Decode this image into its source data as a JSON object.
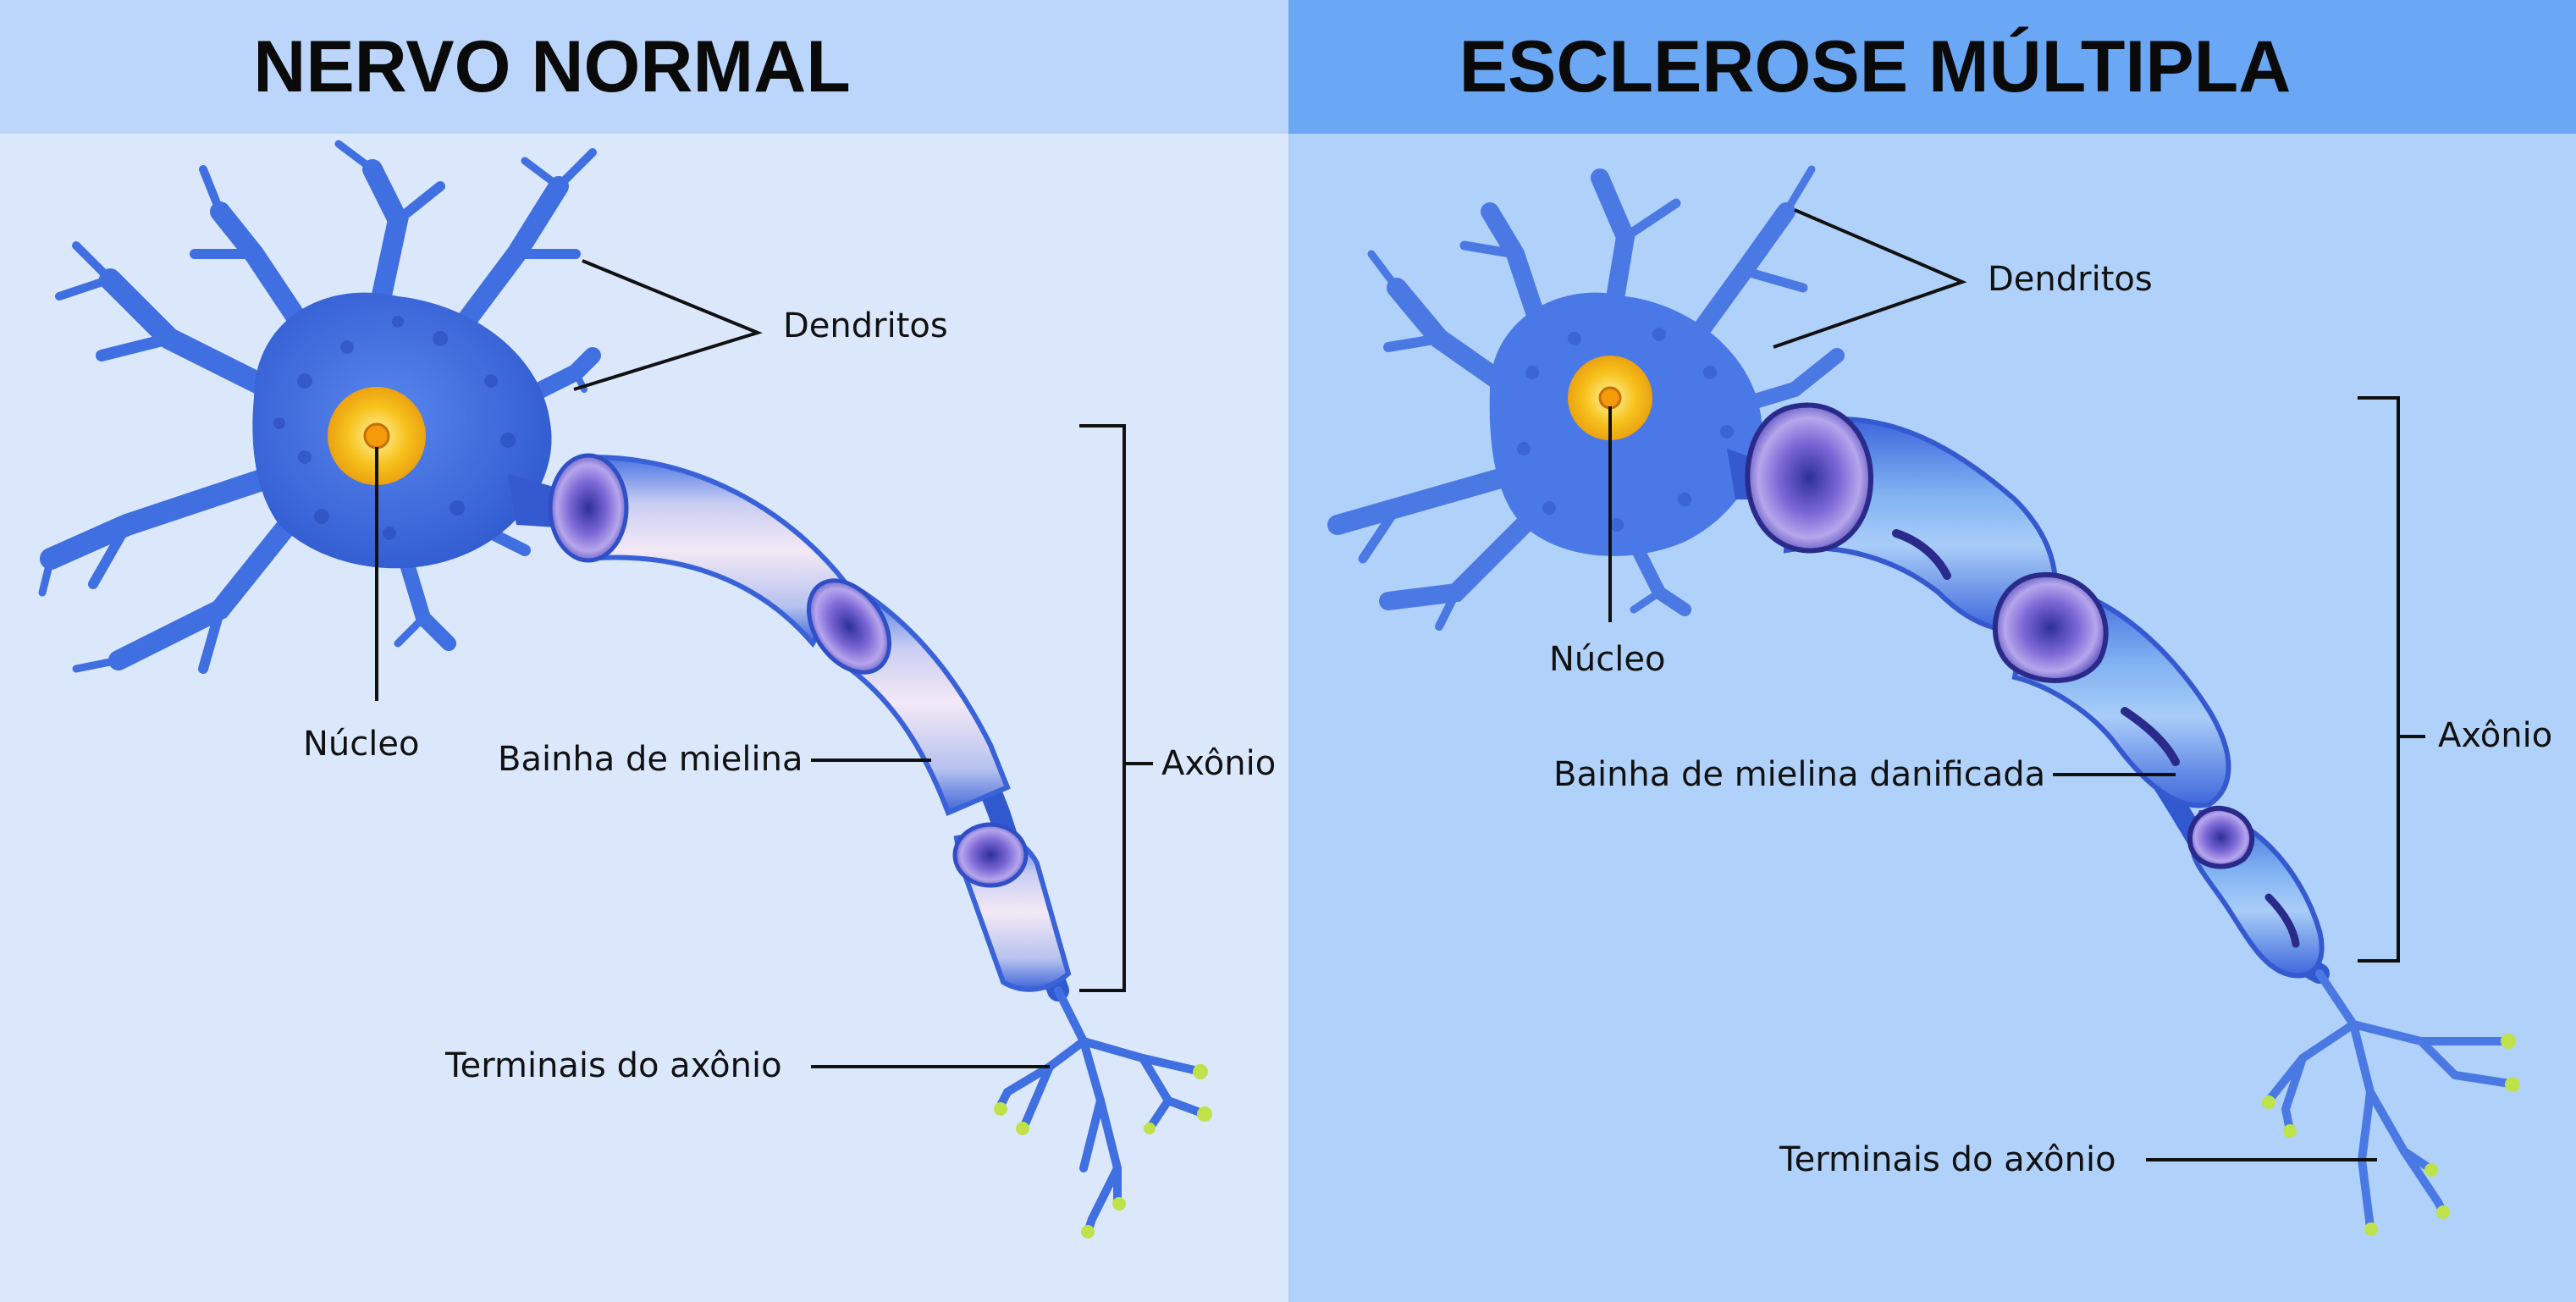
{
  "panels": {
    "normal": {
      "title": "NERVO NORMAL",
      "labels": {
        "dendrites": "Dendritos",
        "nucleus": "Núcleo",
        "myelin": "Bainha de mielina",
        "axon": "Axônio",
        "terminals": "Terminais do axônio"
      }
    },
    "ms": {
      "title": "ESCLEROSE MÚLTIPLA",
      "labels": {
        "dendrites": "Dendritos",
        "nucleus": "Núcleo",
        "myelin": "Bainha de mielina danificada",
        "axon": "Axônio",
        "terminals": "Terminais do axônio"
      }
    }
  },
  "colors": {
    "left_header": "#bcd6fb",
    "left_bg": "#dbe8fc",
    "right_header": "#6aa8f5",
    "right_bg": "#b0d1fa",
    "neuron": "#3f6fe0",
    "neuron_dark": "#2b52c2",
    "nucleus": "#f7b718",
    "myelin": "#e2d8f4",
    "damaged_myelin": "#9a86de",
    "terminal_tip": "#bfe24a"
  }
}
